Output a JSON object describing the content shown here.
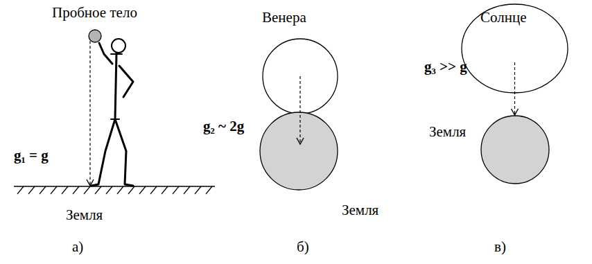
{
  "diagram": {
    "nodes": [
      {
        "text": [
          "Пробное тело"
        ]
      },
      {
        "text": [
          "Земля"
        ]
      },
      {
        "text": [
          "Венера"
        ]
      },
      {
        "text": [
          "Земля"
        ]
      },
      {
        "text": [
          "Солнце"
        ]
      },
      {
        "text": [
          "Земля"
        ]
      }
    ],
    "edges": [
      {
        "from": 0,
        "to": 1,
        "arrow": "to"
      },
      {
        "from": 2,
        "to": 3,
        "arrow": "to"
      },
      {
        "from": 4,
        "to": 5,
        "arrow": "to"
      }
    ],
    "labels": [
      "g₁ = g",
      "g₂ ~ 2g",
      "g₃ >> g",
      "а)",
      "б)",
      "в)"
    ]
  }
}
